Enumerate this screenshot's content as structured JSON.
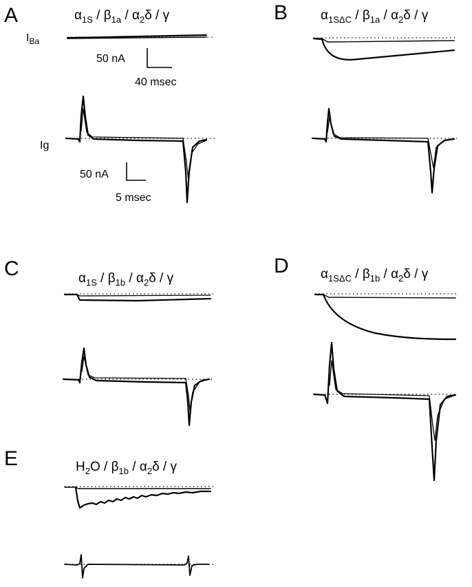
{
  "panels": [
    {
      "id": "A",
      "label": "A",
      "condition": {
        "alpha": "α",
        "alpha_sub": "1S",
        "beta": "β",
        "beta_sub": "1a",
        "rest": "α",
        "rest_sub": "2",
        "tail": "δ / γ"
      }
    },
    {
      "id": "B",
      "label": "B",
      "condition": {
        "alpha": "α",
        "alpha_sub": "1SΔC",
        "beta": "β",
        "beta_sub": "1a",
        "rest": "α",
        "rest_sub": "2",
        "tail": "δ / γ"
      }
    },
    {
      "id": "C",
      "label": "C",
      "condition": {
        "alpha": "α",
        "alpha_sub": "1S",
        "beta": "β",
        "beta_sub": "1b",
        "rest": "α",
        "rest_sub": "2",
        "tail": "δ / γ"
      }
    },
    {
      "id": "D",
      "label": "D",
      "condition": {
        "alpha": "α",
        "alpha_sub": "1SΔC",
        "beta": "β",
        "beta_sub": "1b",
        "rest": "α",
        "rest_sub": "2",
        "tail": "δ / γ"
      }
    },
    {
      "id": "E",
      "label": "E",
      "condition": {
        "alpha": "H",
        "alpha_sub": "2",
        "alpha_after": "O",
        "beta": "β",
        "beta_sub": "1b",
        "rest": "α",
        "rest_sub": "2",
        "tail": "δ / γ"
      }
    }
  ],
  "trace_labels": {
    "iba_main": "I",
    "iba_sub": "Ba",
    "ig": "Ig"
  },
  "scale_bars": {
    "ionic": {
      "current": "50 nA",
      "time": "40 msec"
    },
    "gating": {
      "current": "50 nA",
      "time": "5 msec"
    }
  }
}
